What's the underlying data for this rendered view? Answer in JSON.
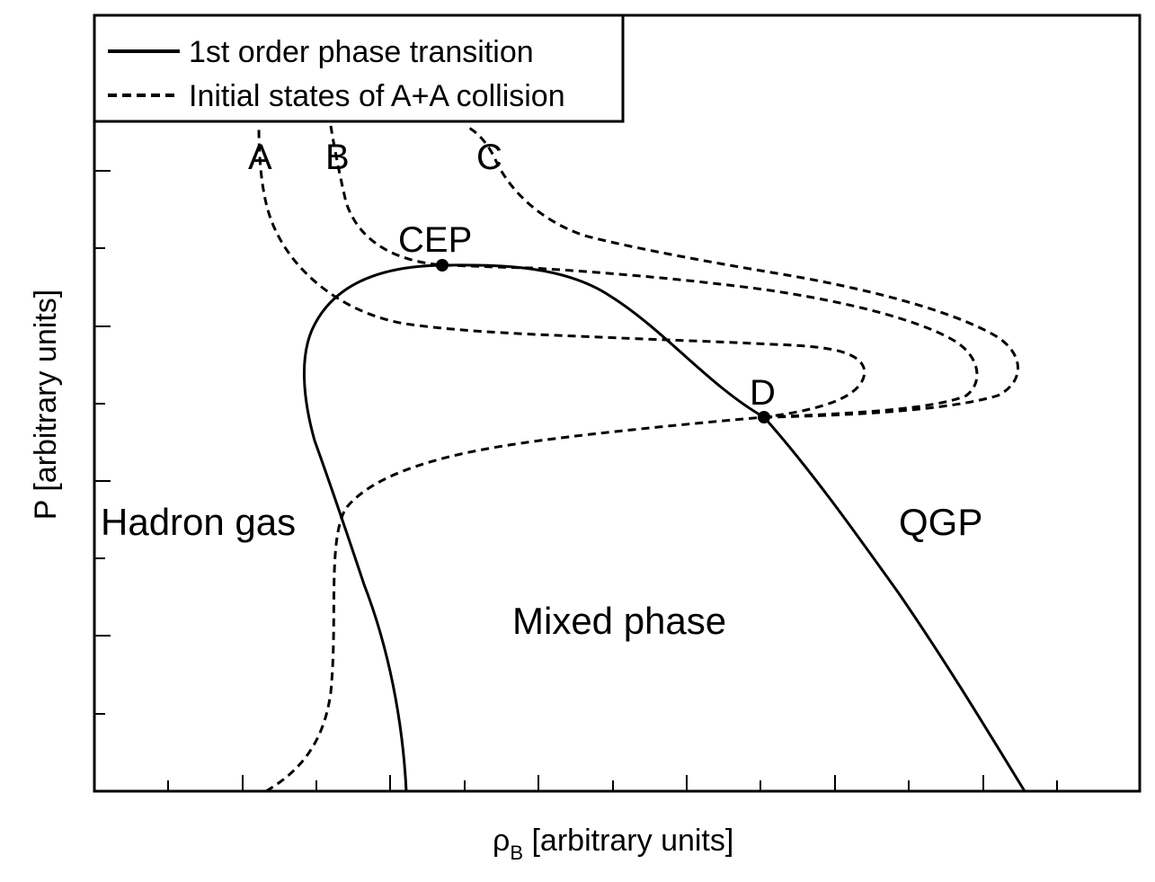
{
  "chart_data": {
    "type": "line",
    "xlabel_main": "ρ",
    "xlabel_sub": "B",
    "xlabel_rest": " [arbitrary units]",
    "ylabel": "P [arbitrary units]",
    "legend": {
      "solid": "1st order phase transition",
      "dashed": "Initial states of A+A collision",
      "placement": "top-left"
    },
    "regions": {
      "hadron": "Hadron gas",
      "mixed": "Mixed phase",
      "qgp": "QGP"
    },
    "curve_labels": {
      "A": "A",
      "B": "B",
      "C": "C"
    },
    "points": {
      "cep": "CEP",
      "d": "D"
    },
    "styles": {
      "line_color": "#000000",
      "background": "#ffffff"
    }
  }
}
